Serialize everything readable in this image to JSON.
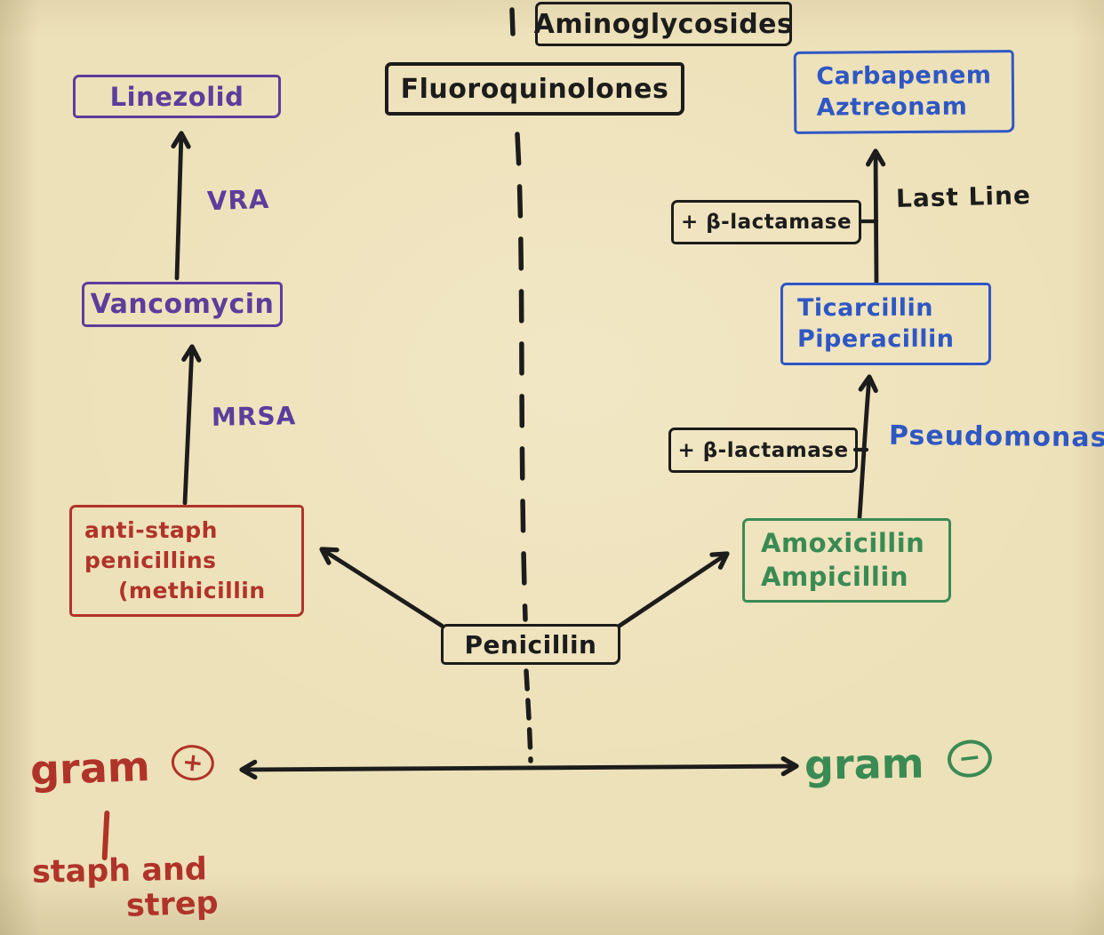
{
  "palette": {
    "paper": "#EDE1B9",
    "ink": "#1c1c1c",
    "purple": "#5C3D9C",
    "red": "#B0332A",
    "green": "#3A8A53",
    "blue": "#2F57C4"
  },
  "boxes": {
    "aminoglycosides": {
      "label": "Aminoglycosides"
    },
    "fluoroquinolones": {
      "label": "Fluoroquinolones"
    },
    "carbapenem_aztreonam": {
      "lines": [
        "Carbapenem",
        "Aztreonam"
      ]
    },
    "linezolid": {
      "label": "Linezolid"
    },
    "vancomycin": {
      "label": "Vancomycin"
    },
    "anti_staph_penicillins": {
      "lines": [
        "anti-staph",
        "penicillins",
        "(methicillin"
      ]
    },
    "penicillin": {
      "label": "Penicillin"
    },
    "beta_lactamase_upper": {
      "label": "+ β-lactamase"
    },
    "beta_lactamase_lower": {
      "label": "+ β-lactamase"
    },
    "ticarcillin_piperacillin": {
      "lines": [
        "Ticarcillin",
        "Piperacillin"
      ]
    },
    "amoxicillin_ampicillin": {
      "lines": [
        "Amoxicillin",
        "Ampicillin"
      ]
    }
  },
  "annotations": {
    "vra": "VRA",
    "mrsa": "MRSA",
    "last_line": "Last Line",
    "pseudomonas": "Pseudomonas",
    "gram_positive": {
      "word": "gram",
      "sign": "+"
    },
    "gram_negative": {
      "word": "gram",
      "sign": "−"
    },
    "staph_strep": {
      "lines": [
        "staph and",
        "strep"
      ]
    }
  }
}
